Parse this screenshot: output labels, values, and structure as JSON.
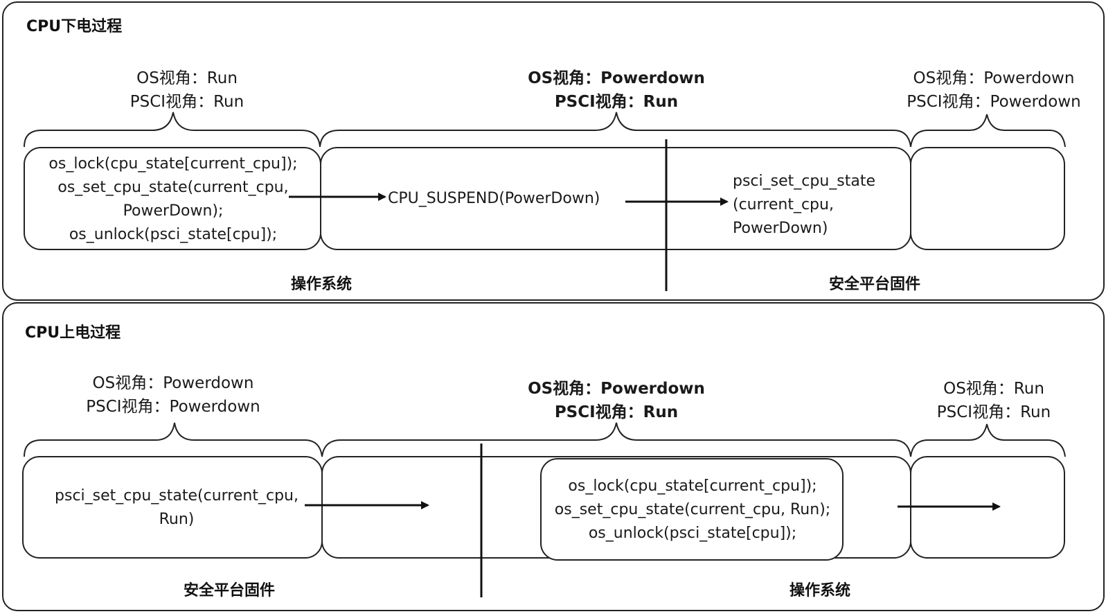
{
  "top": {
    "title": "CPU下电过程",
    "views": [
      {
        "os": "OS视角：Run",
        "psci": "PSCI视角：Run"
      },
      {
        "os": "OS视角：Powerdown",
        "psci": "PSCI视角：Run"
      },
      {
        "os": "OS视角：Powerdown",
        "psci": "PSCI视角：Powerdown"
      }
    ],
    "code_box1": [
      "os_lock(cpu_state[current_cpu]);",
      "os_set_cpu_state(current_cpu,",
      "PowerDown);",
      "os_unlock(psci_state[cpu]);"
    ],
    "call": "CPU_SUSPEND(PowerDown)",
    "code_box2": [
      "psci_set_cpu_state",
      "(current_cpu,",
      "PowerDown)"
    ],
    "labels": {
      "left": "操作系统",
      "right": "安全平台固件"
    }
  },
  "bottom": {
    "title": "CPU上电过程",
    "views": [
      {
        "os": "OS视角：Powerdown",
        "psci": "PSCI视角：Powerdown"
      },
      {
        "os": "OS视角：Powerdown",
        "psci": "PSCI视角：Run"
      },
      {
        "os": "OS视角：Run",
        "psci": "PSCI视角：Run"
      }
    ],
    "code_box1": [
      "psci_set_cpu_state(current_cpu,",
      "Run)"
    ],
    "code_box2": [
      "os_lock(cpu_state[current_cpu]);",
      "os_set_cpu_state(current_cpu, Run);",
      "os_unlock(psci_state[cpu]);"
    ],
    "labels": {
      "left": "安全平台固件",
      "right": "操作系统"
    }
  }
}
